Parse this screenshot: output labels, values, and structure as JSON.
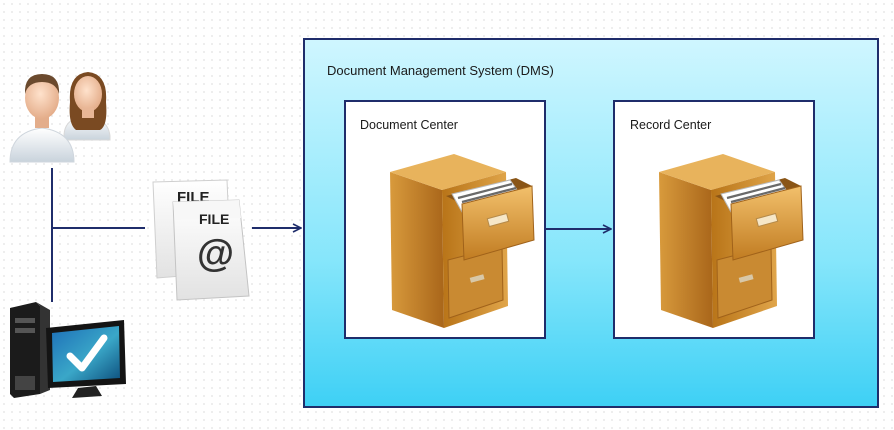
{
  "diagram": {
    "system_title": "Document Management System (DMS)",
    "document_center_label": "Document Center",
    "record_center_label": "Record Center",
    "file_label_back": "FILE",
    "file_label_front": "FILE",
    "file_symbol": "@"
  },
  "colors": {
    "line": "#1f2d6b",
    "system_fill_top": "#cff6ff",
    "system_fill_bottom": "#3ed0f5",
    "cabinet": "#c8862a"
  },
  "icons": [
    "users-icon",
    "computer-icon",
    "file-email-icon",
    "filing-cabinet-icon"
  ]
}
